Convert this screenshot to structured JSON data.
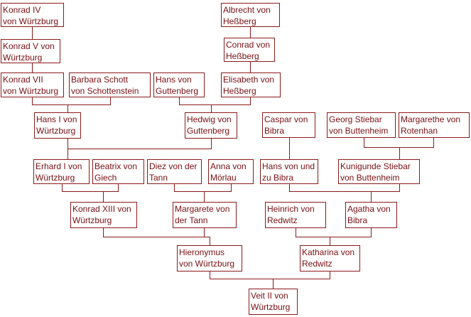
{
  "persons": {
    "konrad_iv": [
      "Konrad IV",
      "von Würtzburg"
    ],
    "albrecht": [
      "Albrecht von",
      "Heßberg"
    ],
    "konrad_v": [
      "Konrad V von",
      "Würtzburg"
    ],
    "conrad_hessberg": [
      "Conrad von",
      "Heßberg"
    ],
    "konrad_vii": [
      "Konrad VII",
      "von Würtzburg"
    ],
    "barbara": [
      "Barbara Schott",
      "von Schottenstein"
    ],
    "hans_guttenberg": [
      "Hans von",
      "Guttenberg"
    ],
    "elisabeth": [
      "Elisabeth von",
      "Heßberg"
    ],
    "hans_i": [
      "Hans I von",
      "Würtzburg"
    ],
    "hedwig": [
      "Hedwig von",
      "Guttenberg"
    ],
    "caspar": [
      "Caspar von",
      "Bibra"
    ],
    "georg": [
      "Georg Stiebar",
      "von Buttenheim"
    ],
    "margarethe_rotenhan": [
      "Margarethe von",
      "Rotenhan"
    ],
    "erhard": [
      "Erhard I von",
      "Würtzburg"
    ],
    "beatrix": [
      "Beatrix von",
      "Giech"
    ],
    "diez": [
      "Diez von der",
      "Tann"
    ],
    "anna": [
      "Anna von",
      "Mörlau"
    ],
    "hans_bibra": [
      "Hans von und",
      "zu Bibra"
    ],
    "kunigunde": [
      "Kunigunde Stiebar",
      "von Buttenheim"
    ],
    "konrad_xiii": [
      "Konrad XIII von",
      "Würtzburg"
    ],
    "margarete_tann": [
      "Margarete von",
      "der Tann"
    ],
    "heinrich": [
      "Heinrich von",
      "Redwitz"
    ],
    "agatha": [
      "Agatha von",
      "Bibra"
    ],
    "hieronymus": [
      "Hieronymus",
      "von Würtzburg"
    ],
    "katharina": [
      "Katharina von",
      "Redwitz"
    ],
    "veit": [
      "Veit II von",
      "Würtzburg"
    ]
  },
  "colors": {
    "line": "#8b1a1a",
    "text": "#7a0f14",
    "background": "#ffffff"
  }
}
